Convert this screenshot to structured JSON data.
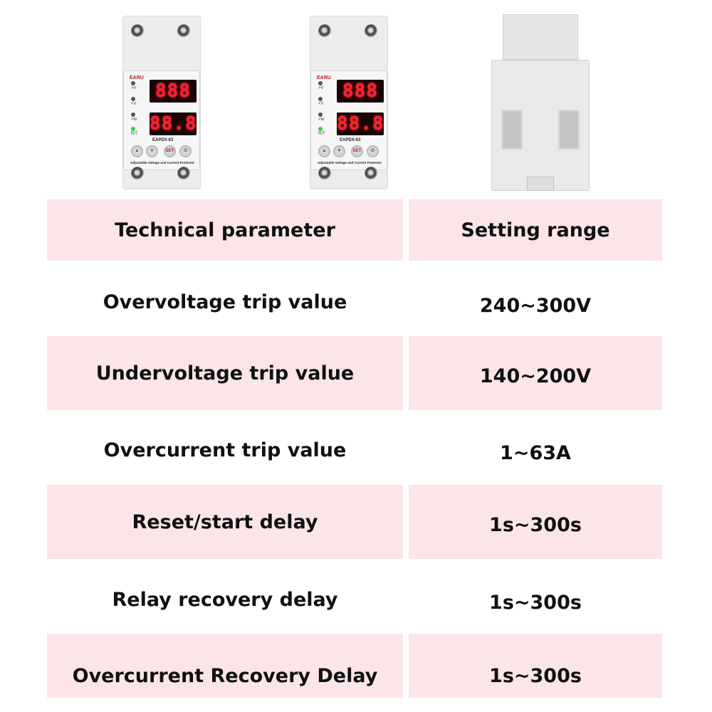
{
  "devices": [
    {
      "brand": "EARU",
      "led_labels": [
        ">V",
        "<V",
        ">Ie",
        "R/T"
      ],
      "display_top": "888",
      "display_bottom": "88.8",
      "model": "EAPDX-63",
      "buttons": [
        "▲",
        "▼",
        "SET",
        "⏻"
      ],
      "caption": "Adjustable Voltage and Current Protector"
    },
    {
      "brand": "EARU",
      "led_labels": [
        ">V",
        "<V",
        ">Ie",
        "R/T"
      ],
      "display_top": "888",
      "display_bottom": "88.8",
      "model": "EAPDX-63",
      "buttons": [
        "▲",
        "▼",
        "SET",
        "⏻"
      ],
      "caption": "Adjustable Voltage and Current Protector"
    }
  ],
  "table": {
    "header": {
      "parameter": "Technical parameter",
      "range": "Setting range"
    },
    "rows": [
      {
        "parameter": "Overvoltage trip value",
        "range": "240~300V"
      },
      {
        "parameter": "Undervoltage trip value",
        "range": "140~200V"
      },
      {
        "parameter": "Overcurrent trip value",
        "range": "1~63A"
      },
      {
        "parameter": "Reset/start delay",
        "range": "1s~300s"
      },
      {
        "parameter": "Relay recovery delay",
        "range": "1s~300s"
      },
      {
        "parameter": "Overcurrent Recovery Delay",
        "range": "1s~300s"
      }
    ]
  },
  "colors": {
    "row_highlight": "#fbe5e8",
    "display_red": "#ff2130",
    "text": "#111111"
  }
}
